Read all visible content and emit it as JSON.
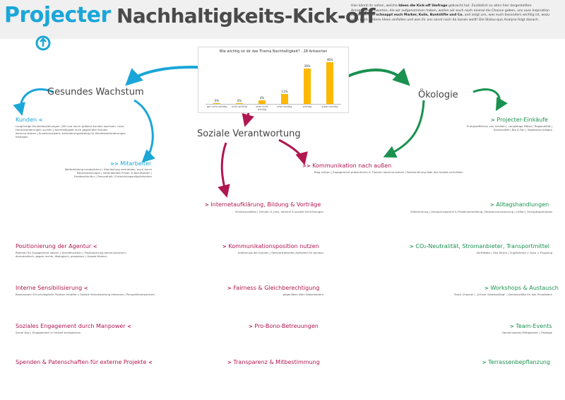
{
  "header": {
    "logo_text": "Projecter",
    "title": "Nachhaltigkeits-Kick-off",
    "intro_a": "Hier könnt ihr sehen, welche ",
    "intro_b": "Ideen die Kick-off Umfrage",
    "intro_c": " gebracht hat. Zusätzlich zu allen hier dargestellten Anregungsstichworten, die wir aufgenommen haben, wollen wir euch noch einmal die Chance geben, uns eure Inspiration zu liefern: Also ",
    "intro_d": "schnappt euch Marker, Kulis, Buntstifte und Co.",
    "intro_e": " und zeigt uns, was euch besonders wichtig ist, wozu auch noch weitere Ideen einfallen und was ihr uns sonst noch da lassen wollt! Die Status-quo Analyse folgt danach."
  },
  "colors": {
    "blue": "#1aa6d8",
    "red": "#b0164f",
    "green": "#1a9150",
    "bar": "#ffb800"
  },
  "chart_data": {
    "type": "bar",
    "title": "Wie wichtig ist dir das Thema Nachhaltigkeit? - 28 Antworten",
    "categories": [
      "gar nicht wichtig",
      "nicht wichtig",
      "eher nicht wichtig",
      "eher wichtig",
      "wichtig",
      "super wichtig"
    ],
    "values": [
      0,
      0,
      4,
      11,
      39,
      46
    ],
    "value_labels": [
      "0%",
      "0%",
      "4%",
      "11%",
      "39%",
      "46%"
    ],
    "ylim": [
      0,
      50
    ]
  },
  "nodes": {
    "wachstum": "Gesundes Wachstum",
    "oekologie": "Ökologie",
    "sozial": "Soziale Verantwortung"
  },
  "blue_items": {
    "kunden": {
      "label": "Kunden",
      "desc": "Langfristige Kundenbeziehungen | Mit und durch größere Kunden wachsen, neue Herausforderungen suchen | Nachhaltigkeit auch gegenüber Kunden kommunizieren | Kundenauswahl: Anforderungskatalog für Mindestanforderungen festlegen"
    },
    "mitarbeiter": {
      "label": "Mitarbeiter",
      "desc": "Weiterbildung ermöglichen | Überlastung vermeiden, auch durch Neueinstellungen | Vereinbarkeit Privat- & Berufsleben | Feedbackkultur | Gesundheit | Entwicklungsmöglichkeiten"
    }
  },
  "left_items": [
    {
      "label": "Positionierung der Agentur",
      "desc": "Rahmen für Engagement setzen | Vorbildfunktion | Positionierung kommunizieren | demokratisch, gegen rechts, ökologisch, progressiv | Ängste fördern"
    },
    {
      "label": "Interne Sensibilisierung",
      "desc": "Bewusstsein für privilegierte Position schaffen | Soziale Verantwortung erkennen | Perspektivenwechsel"
    },
    {
      "label": "Soziales Engagement durch Manpower",
      "desc": "Social Day | Engagement in Freizeit ermöglichen"
    },
    {
      "label": "Spenden & Patenschaften für externe Projekte",
      "desc": ""
    }
  ],
  "mid_items": [
    {
      "label": "Kommunikation nach außen",
      "desc": "Blog nutzen | Engagement präsentieren & Themen kommunizieren | Positionierung über alle Kanäle vermitteln"
    },
    {
      "label": "Internetaufklärung, Bildung & Vorträge",
      "desc": "Schülerpraktika | Schulen & Unis, Vereine & soziale Einrichtungen"
    },
    {
      "label": "Kommunikationsposition nutzen",
      "desc": "Aufklärung der Kunden | Stellvertretendes Auftreten für Kunden"
    },
    {
      "label": "Fairness & Gleichberechtigung",
      "desc": "gegenüber allen Stakeholdern"
    },
    {
      "label": "Pro-Bono-Betreuungen",
      "desc": ""
    },
    {
      "label": "Transparenz & Mitbestimmung",
      "desc": ""
    }
  ],
  "green_items": [
    {
      "label": "Projecter-Einkäufe",
      "desc": "Energieeffizienz von Geräten | Langlebige Möbel | Regionalität | Saisonalität | Bio & Fair | Vegetarisch/Vegan"
    },
    {
      "label": "Alltagshandlungen",
      "desc": "Mülltrennung | Verpackungsmüll & Plastikvermeidung | Ressourcenschonung | Lüften | Energiesparmodus"
    },
    {
      "label": "CO₂-Neutralität, Stromanbieter, Transportmittel",
      "desc": "Zertifikate | Öko-Strom | Zug/Fahrrad > Auto > Flugzeug"
    },
    {
      "label": "Workshops & Austausch",
      "desc": "Slack-Channel | „Grüner Arbeitsalltag“ | Denkanstöße für das Privatleben"
    },
    {
      "label": "Team-Events",
      "desc": "Gemeinsames Mittagessen | Ökotage"
    },
    {
      "label": "Terrassenbepflanzung",
      "desc": ""
    }
  ],
  "glyphs": {
    "chev_left": "<",
    "chev_right": ">",
    "double_right": ">>"
  }
}
